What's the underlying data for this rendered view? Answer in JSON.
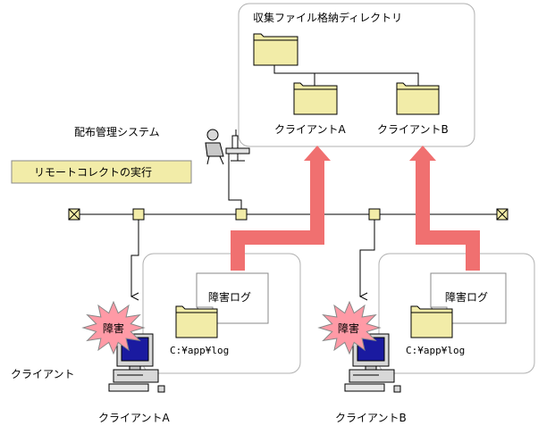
{
  "collection_dir": {
    "title": "収集ファイル格納ディレクトリ",
    "folder_a_label": "クライアントA",
    "folder_b_label": "クライアントB"
  },
  "manager": {
    "label": "配布管理システム",
    "action_label": "リモートコレクトの実行"
  },
  "clients": {
    "section_label": "クライアント",
    "a": {
      "name": "クライアントA",
      "fault_label": "障害",
      "log_label": "障害ログ",
      "path": "C:¥app¥log"
    },
    "b": {
      "name": "クライアントB",
      "fault_label": "障害",
      "log_label": "障害ログ",
      "path": "C:¥app¥log"
    }
  },
  "colors": {
    "arrow": "#f07070",
    "folder": "#f2eca8",
    "label_box": "#f2eca8",
    "fault_burst": "#ff9aa6",
    "node": "#f2eca8"
  }
}
